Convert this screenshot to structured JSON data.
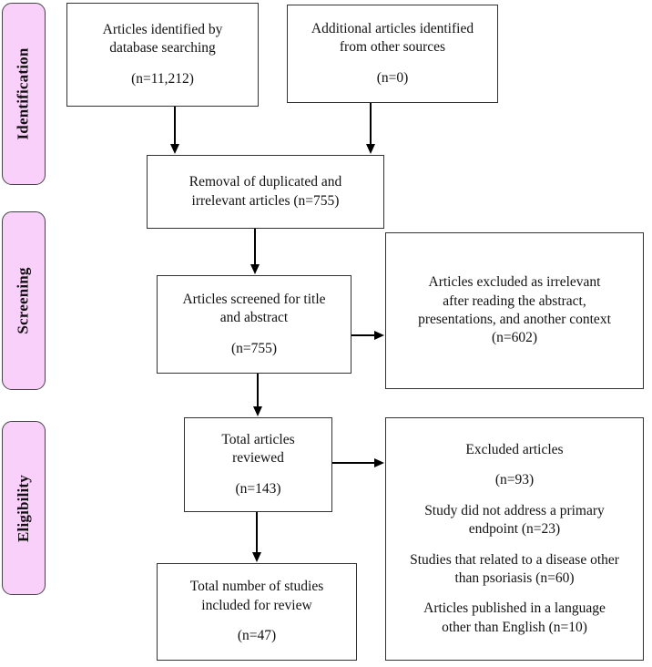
{
  "colors": {
    "stage_fill": "#f9d0f9",
    "stage_border": "#444444",
    "box_border": "#333333",
    "box_fill": "#ffffff",
    "text": "#111111",
    "arrow": "#000000"
  },
  "stages": {
    "identification": "Identification",
    "screening": "Screening",
    "eligibility": "Eligibility"
  },
  "boxes": {
    "identified": {
      "lines": [
        "Articles identified by",
        "database searching"
      ],
      "count": "(n=11,212)"
    },
    "additional": {
      "lines": [
        "Additional articles identified",
        "from other sources"
      ],
      "count": "(n=0)"
    },
    "removal": {
      "lines": [
        "Removal of duplicated and",
        "irrelevant articles (n=755)"
      ]
    },
    "screened": {
      "lines": [
        "Articles screened for title",
        "and abstract"
      ],
      "count": "(n=755)"
    },
    "excluded_screening": {
      "lines": [
        "Articles excluded as irrelevant",
        "after reading the abstract,",
        "presentations, and another context",
        "(n=602)"
      ]
    },
    "reviewed": {
      "lines": [
        "Total articles",
        "reviewed"
      ],
      "count": "(n=143)"
    },
    "excluded_eligibility": {
      "title": "Excluded articles",
      "count": "(n=93)",
      "reasons": [
        [
          "Study did not address a primary",
          "endpoint (n=23)"
        ],
        [
          "Studies that related to a disease other",
          "than psoriasis (n=60)"
        ],
        [
          "Articles published in a language",
          "other than English (n=10)"
        ]
      ]
    },
    "included": {
      "lines": [
        "Total number of studies",
        "included for review"
      ],
      "count": "(n=47)"
    }
  }
}
